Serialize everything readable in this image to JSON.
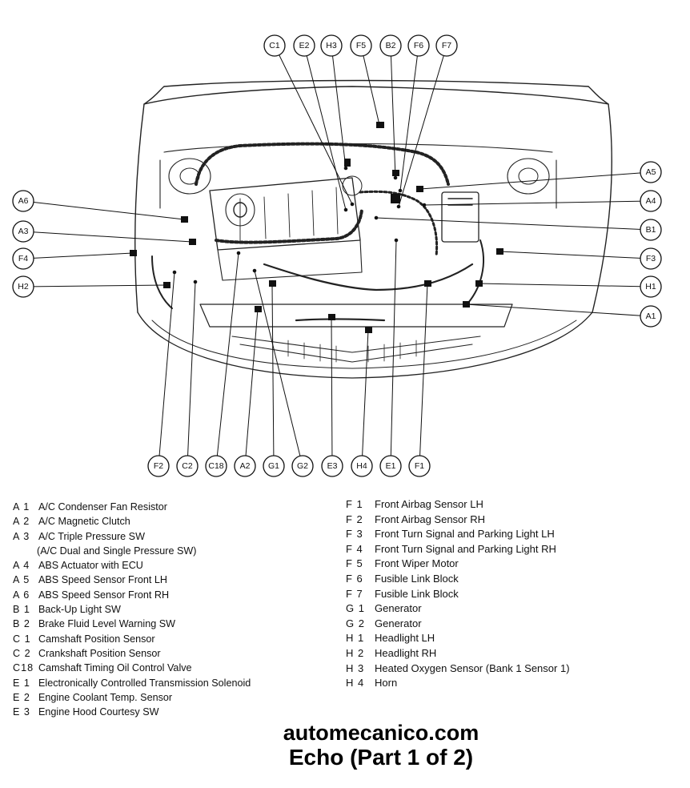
{
  "diagram": {
    "top_callouts": [
      "C1",
      "E2",
      "H3",
      "F5",
      "B2",
      "F6",
      "F7"
    ],
    "left_callouts": [
      "A6",
      "A3",
      "F4",
      "H2"
    ],
    "right_callouts": [
      "A5",
      "A4",
      "B1",
      "F3",
      "H1",
      "A1"
    ],
    "bottom_callouts": [
      "F2",
      "C2",
      "C18",
      "A2",
      "G1",
      "G2",
      "E3",
      "H4",
      "E1",
      "F1"
    ]
  },
  "legend_left": [
    {
      "code": "A 1",
      "name": "A/C Condenser Fan Resistor"
    },
    {
      "code": "A 2",
      "name": "A/C Magnetic Clutch"
    },
    {
      "code": "A 3",
      "name": "A/C Triple Pressure SW"
    },
    {
      "code": "",
      "name": "(A/C Dual and Single Pressure SW)"
    },
    {
      "code": "A 4",
      "name": "ABS Actuator with ECU"
    },
    {
      "code": "A 5",
      "name": "ABS Speed Sensor Front LH"
    },
    {
      "code": "A 6",
      "name": "ABS Speed Sensor Front RH"
    },
    {
      "code": "B 1",
      "name": "Back-Up Light SW"
    },
    {
      "code": "B 2",
      "name": "Brake Fluid Level Warning SW"
    },
    {
      "code": "C 1",
      "name": "Camshaft Position Sensor"
    },
    {
      "code": "C 2",
      "name": "Crankshaft Position Sensor"
    },
    {
      "code": "C18",
      "name": "Camshaft Timing Oil Control Valve"
    },
    {
      "code": "E 1",
      "name": "Electronically Controlled Transmission Solenoid"
    },
    {
      "code": "E 2",
      "name": "Engine Coolant Temp. Sensor"
    },
    {
      "code": "E 3",
      "name": "Engine Hood Courtesy SW"
    }
  ],
  "legend_right": [
    {
      "code": "F 1",
      "name": "Front Airbag Sensor LH"
    },
    {
      "code": "F 2",
      "name": "Front Airbag Sensor RH"
    },
    {
      "code": "F 3",
      "name": "Front Turn Signal and Parking Light LH"
    },
    {
      "code": "F 4",
      "name": "Front Turn Signal and Parking Light RH"
    },
    {
      "code": "F 5",
      "name": "Front Wiper Motor"
    },
    {
      "code": "F 6",
      "name": "Fusible Link Block"
    },
    {
      "code": "F 7",
      "name": "Fusible Link Block"
    },
    {
      "code": "G 1",
      "name": "Generator"
    },
    {
      "code": "G 2",
      "name": "Generator"
    },
    {
      "code": "H 1",
      "name": "Headlight LH"
    },
    {
      "code": "H 2",
      "name": "Headlight RH"
    },
    {
      "code": "H 3",
      "name": "Heated Oxygen Sensor (Bank 1 Sensor 1)"
    },
    {
      "code": "H 4",
      "name": "Horn"
    }
  ],
  "footer": {
    "site": "automecanico.com",
    "model": "Echo (Part 1 of 2)"
  }
}
